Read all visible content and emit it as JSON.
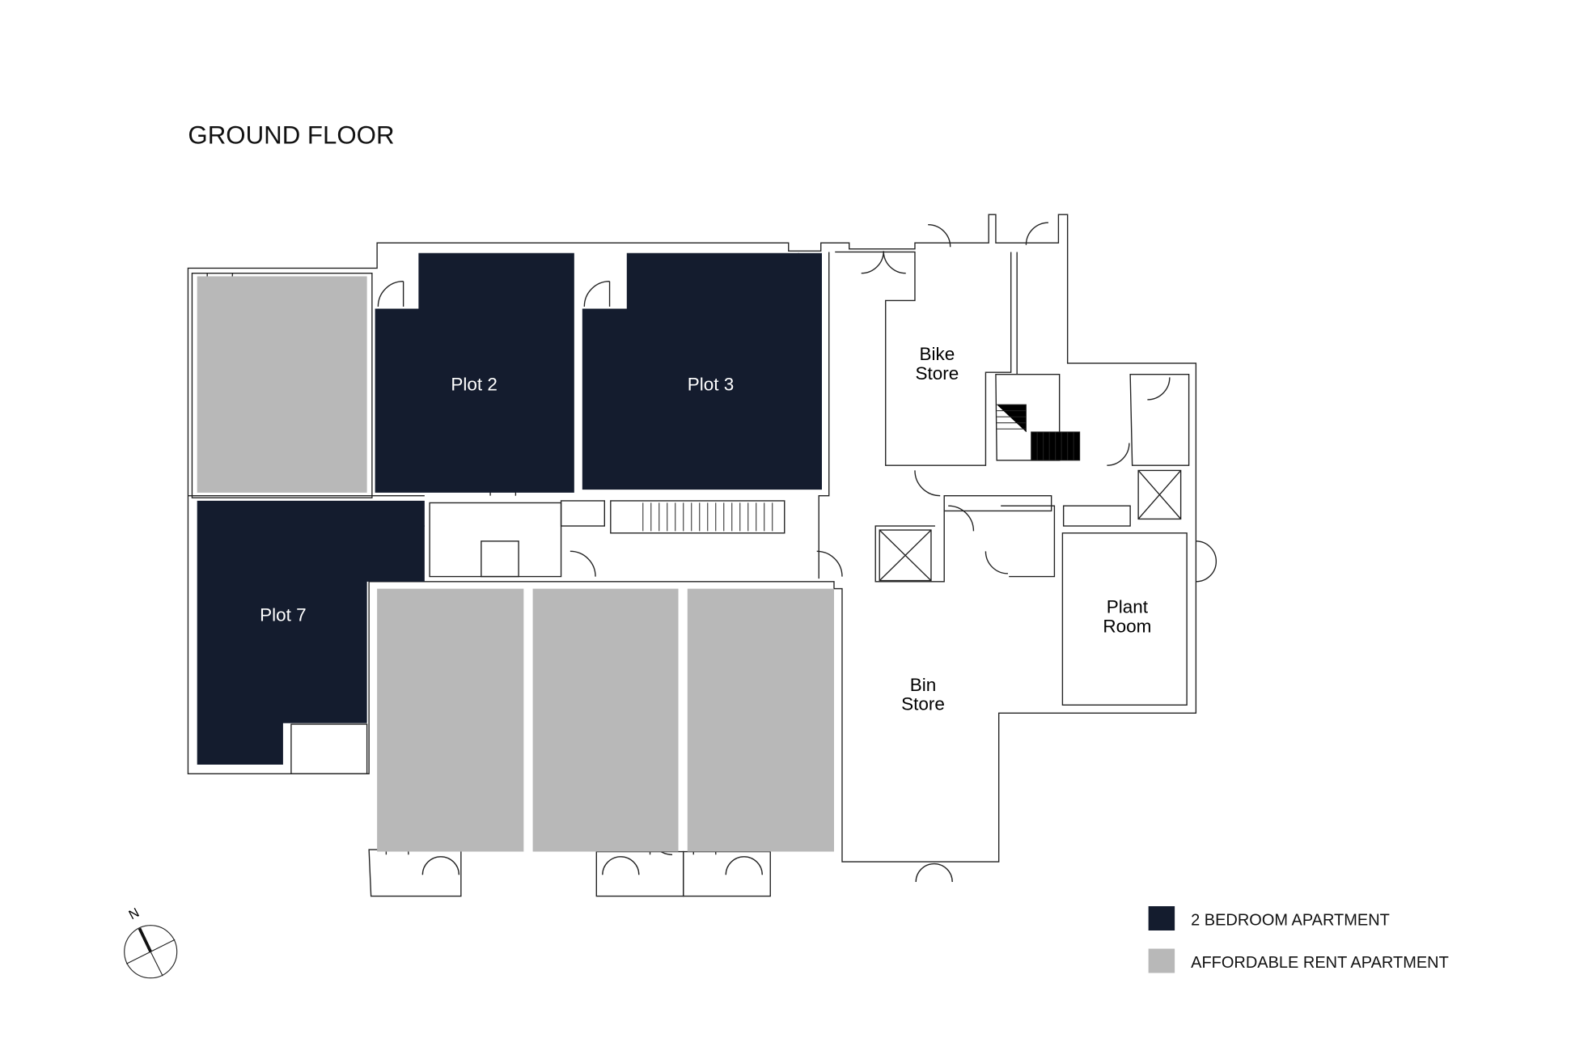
{
  "title": "GROUND FLOOR",
  "colors": {
    "two_bed": "#141c2e",
    "affordable": "#b8b8b8",
    "wall": "#222222"
  },
  "rooms": {
    "plot2": "Plot 2",
    "plot3": "Plot 3",
    "plot7": "Plot 7",
    "bike_store": [
      "Bike",
      "Store"
    ],
    "plant_room": [
      "Plant",
      "Room"
    ],
    "bin_store": [
      "Bin",
      "Store"
    ]
  },
  "legend": [
    {
      "label": "2 BEDROOM APARTMENT",
      "color": "#141c2e"
    },
    {
      "label": "AFFORDABLE RENT APARTMENT",
      "color": "#b8b8b8"
    }
  ],
  "compass": {
    "label": "N"
  }
}
